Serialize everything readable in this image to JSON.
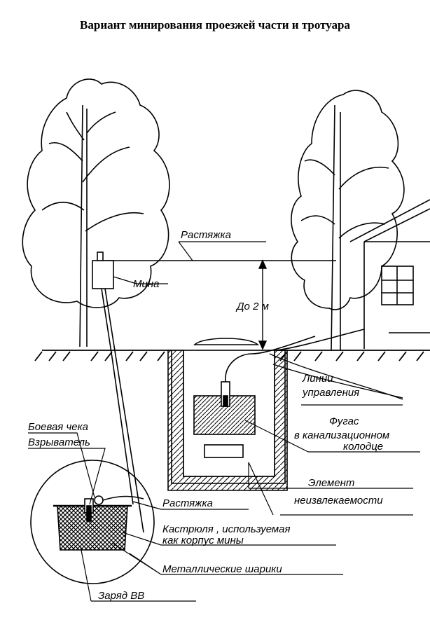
{
  "title": "Вариант минирования проезжей части и тротуара",
  "labels": {
    "rastyazhka_top": "Растяжка",
    "mina": "Мина",
    "do_2m": "До 2 м",
    "linii_1": "Линии",
    "linii_2": "управления",
    "fugas_1": "Фугас",
    "fugas_2": "в канализационном",
    "fugas_3": "колодце",
    "element_1": "Элемент",
    "element_2": "неизвлекаемости",
    "boevaya_cheka": "Боевая чека",
    "vzryvatel": "Взрыватель",
    "rastyazhka_bottom": "Растяжка",
    "kastryulya_1": "Кастрюля , используемая",
    "kastryulya_2": "как корпус мины",
    "shariki": "Металлические шарики",
    "zaryad": "Заряд ВВ"
  }
}
